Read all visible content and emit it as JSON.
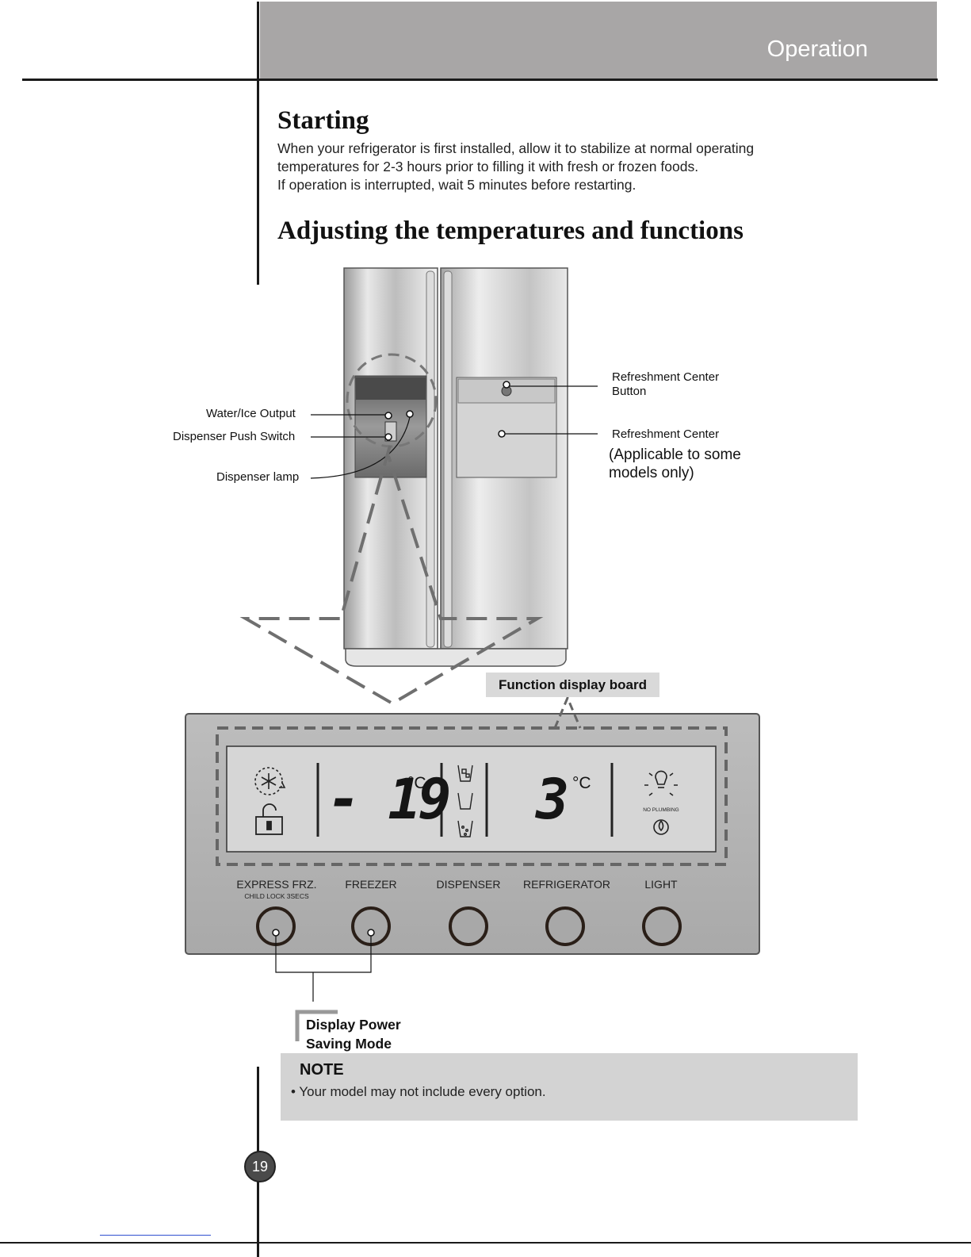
{
  "header": {
    "title": "Operation"
  },
  "sections": {
    "starting": {
      "heading": "Starting",
      "lines": [
        "When your refrigerator is first installed, allow it to stabilize at normal operating",
        "temperatures for 2-3 hours prior to filling it with fresh or frozen foods.",
        "If operation is interrupted, wait 5 minutes before restarting."
      ]
    },
    "adjusting": {
      "heading": "Adjusting the temperatures and functions"
    }
  },
  "callouts": {
    "water_ice_output": "Water/Ice Output",
    "dispenser_push_switch": "Dispenser Push Switch",
    "dispenser_lamp": "Dispenser lamp",
    "refreshment_button_line1": "Refreshment Center",
    "refreshment_button_line2": "Button",
    "refreshment_center": "Refreshment Center",
    "applicable_line1": "(Applicable to some",
    "applicable_line2": "models only)"
  },
  "display_board": {
    "label": "Function display board",
    "freezer_temp": "- 19",
    "fridge_temp": "3",
    "unit": "°C",
    "no_plumbing": "NO PLUMBING",
    "buttons": [
      {
        "label": "EXPRESS FRZ."
      },
      {
        "label": "FREEZER"
      },
      {
        "label": "DISPENSER"
      },
      {
        "label": "REFRIGERATOR"
      },
      {
        "label": "LIGHT"
      }
    ],
    "child_lock": "CHILD LOCK 3SECS"
  },
  "power_saving": {
    "line1": "Display Power",
    "line2": "Saving Mode"
  },
  "note": {
    "title": "NOTE",
    "text": "• Your model may not include every option."
  },
  "page_number": "19"
}
